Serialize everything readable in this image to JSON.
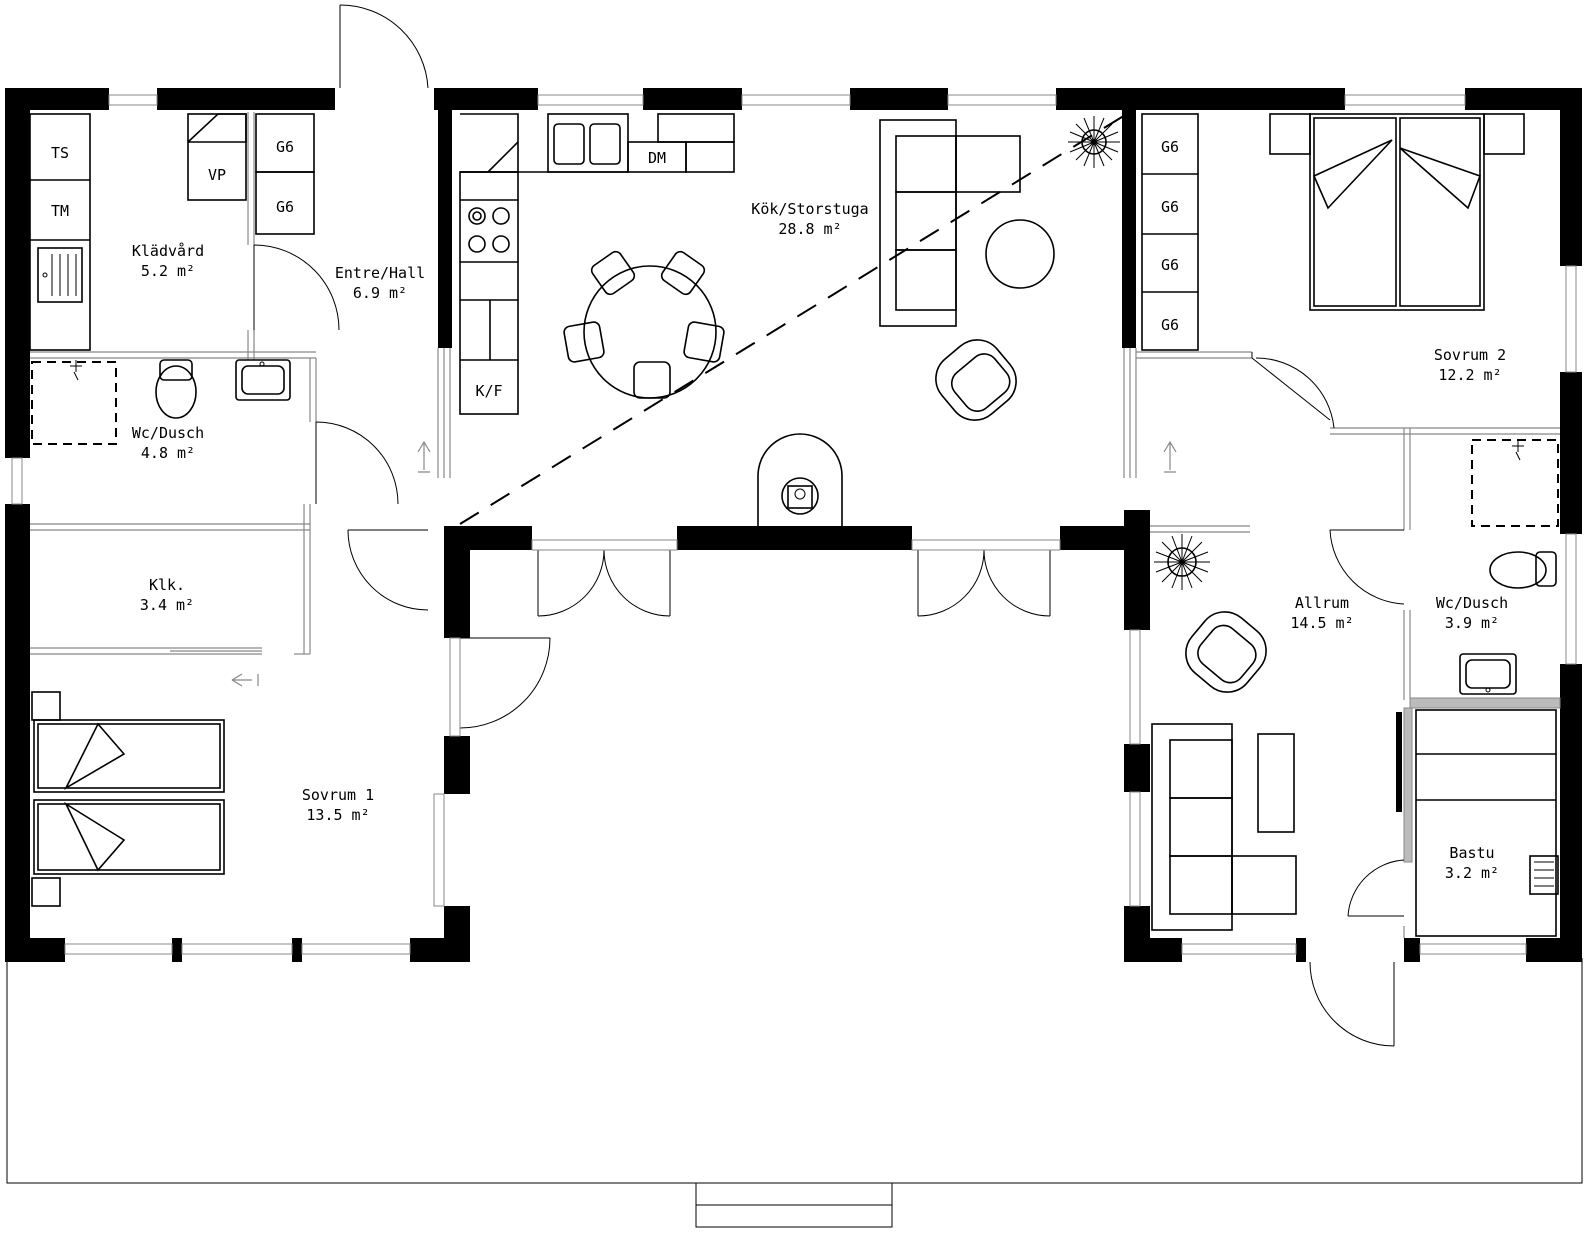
{
  "rooms": [
    {
      "name": "Klädvård",
      "area": "5.2 m²"
    },
    {
      "name": "Entre/Hall",
      "area": "6.9 m²"
    },
    {
      "name": "Kök/Storstuga",
      "area": "28.8 m²"
    },
    {
      "name": "Sovrum 2",
      "area": "12.2 m²"
    },
    {
      "name": "Wc/Dusch",
      "area": "4.8 m²"
    },
    {
      "name": "Klk.",
      "area": "3.4 m²"
    },
    {
      "name": "Sovrum 1",
      "area": "13.5 m²"
    },
    {
      "name": "Allrum",
      "area": "14.5 m²"
    },
    {
      "name": "Wc/Dusch",
      "area": "3.9 m²"
    },
    {
      "name": "Bastu",
      "area": "3.2 m²"
    }
  ],
  "fixtures": {
    "ts": "TS",
    "tm": "TM",
    "vp": "VP",
    "g6": "G6",
    "dm": "DM",
    "kf": "K/F"
  }
}
